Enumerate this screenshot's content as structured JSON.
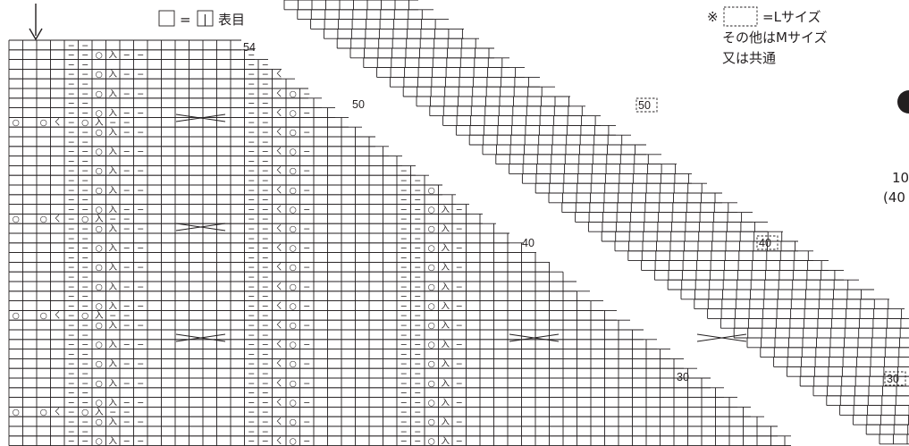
{
  "legend": {
    "knit_eq": "=",
    "knit_symbol": "|",
    "knit_label": "表目"
  },
  "note": {
    "mark": "※",
    "size_l": "=Lサイズ",
    "line2": "その他はMサイズ",
    "line3": "又は共通"
  },
  "row_labels": {
    "left_54": "54",
    "left_50": "50",
    "left_40": "40",
    "left_30": "30",
    "right_50": "50",
    "right_40": "40",
    "right_30": "30"
  },
  "edge_text": {
    "line1": "10",
    "line2": "(40"
  },
  "icons": {
    "arrow": "down-arrow-icon",
    "bullet": "black-dot-icon"
  },
  "symbols": {
    "purl": "−",
    "yarn_over": "○",
    "k2tog": "ㄑ",
    "ssk": "入"
  }
}
